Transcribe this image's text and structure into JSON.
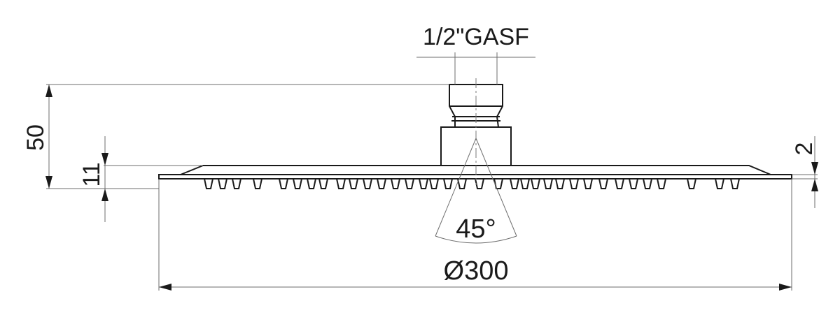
{
  "dimensions": {
    "connection": "1/2\"GASF",
    "overall_height": "50",
    "plate_height": "11",
    "plate_thickness": "2",
    "spray_angle": "45°",
    "diameter": "Ø300"
  },
  "colors": {
    "outline": "#1a1a1a",
    "dimension": "#6e6e6e"
  }
}
